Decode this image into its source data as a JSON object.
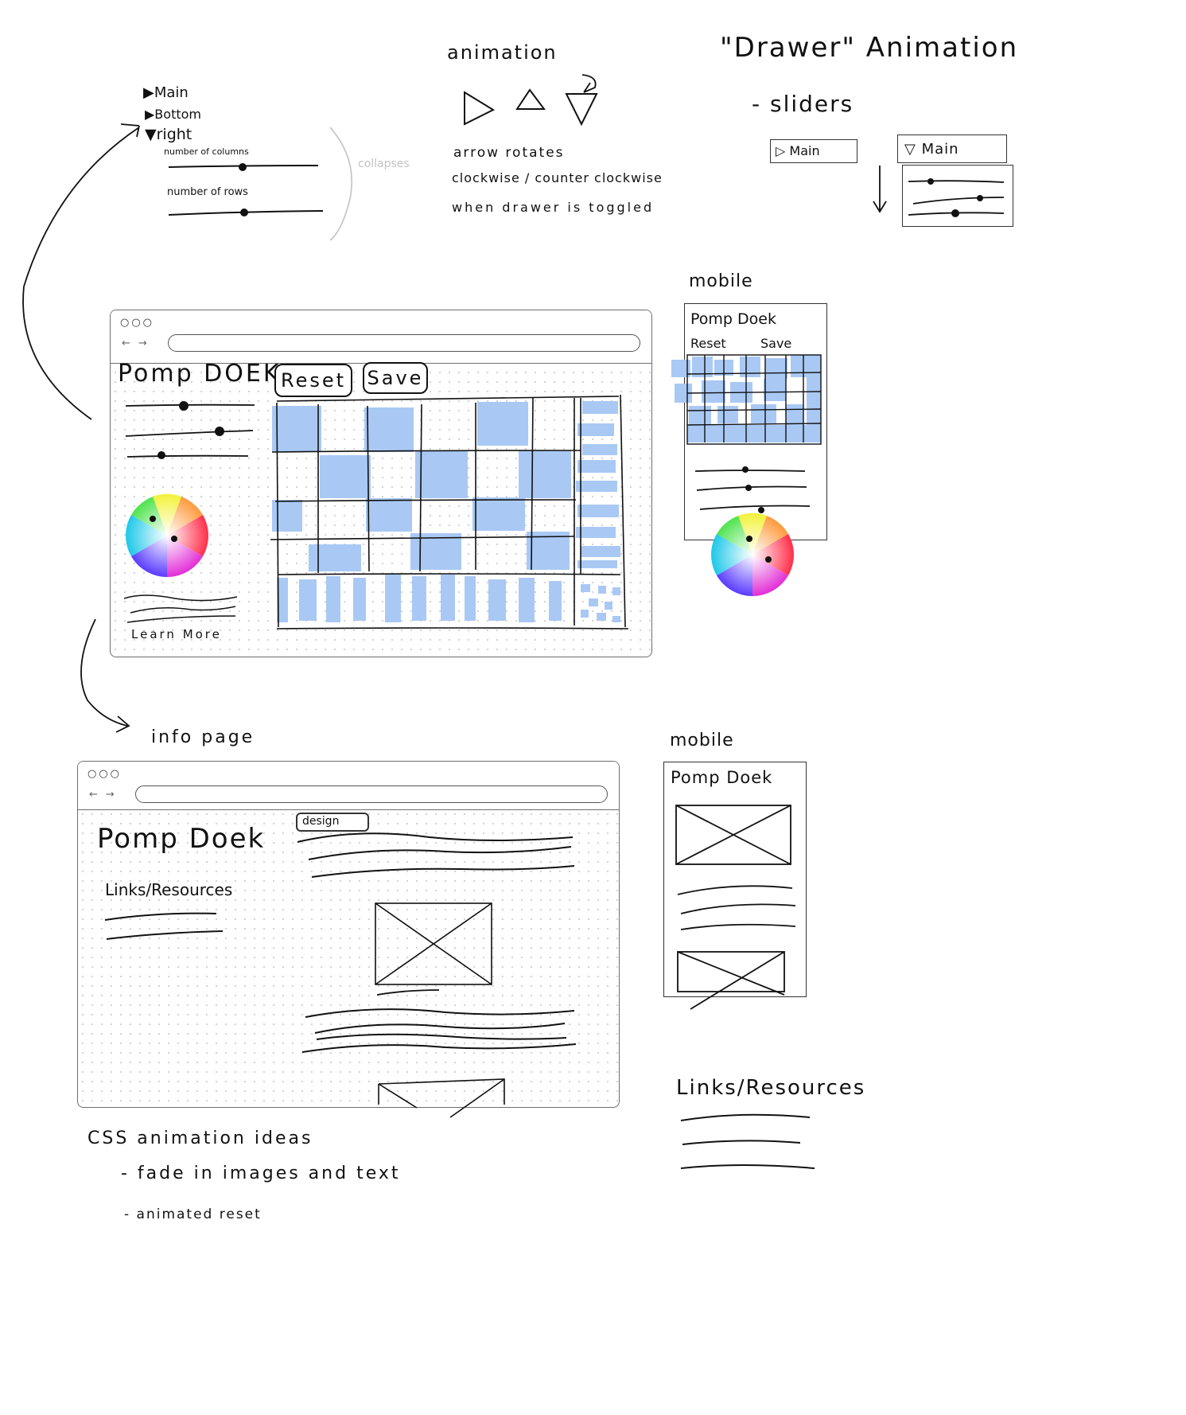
{
  "drawer_sketch": {
    "items": [
      "▶Main",
      "▶Bottom",
      "▼right"
    ],
    "slider_labels": [
      "number of columns",
      "number of rows"
    ],
    "collapse_note": "collapses"
  },
  "animation_notes": {
    "title": "animation",
    "lines": [
      "arrow rotates",
      "clockwise / counter clockwise",
      "when drawer is toggled"
    ]
  },
  "drawer_animation": {
    "title": "\"Drawer\" Animation",
    "subtitle": "- sliders",
    "closed_label": "▷ Main",
    "open_label": "▽ Main"
  },
  "main_app": {
    "title": "Pomp DOEK",
    "reset_label": "Reset",
    "save_label": "Save",
    "learn_more": "Learn More"
  },
  "mobile_app": {
    "heading": "mobile",
    "title": "Pomp Doek",
    "reset_label": "Reset",
    "save_label": "Save"
  },
  "info_page": {
    "arrow_label": "info page",
    "title": "Pomp Doek",
    "links_label": "Links/Resources",
    "tag_label": "design"
  },
  "mobile_info": {
    "heading": "mobile",
    "title": "Pomp Doek",
    "links_label": "Links/Resources"
  },
  "css_notes": {
    "title": "CSS animation ideas",
    "lines": [
      "- fade in images and text",
      "- animated reset"
    ]
  },
  "colors": {
    "accent_blue": "#a9c9f4",
    "ink": "#111111",
    "pencil_gray": "#c4c4c4"
  }
}
